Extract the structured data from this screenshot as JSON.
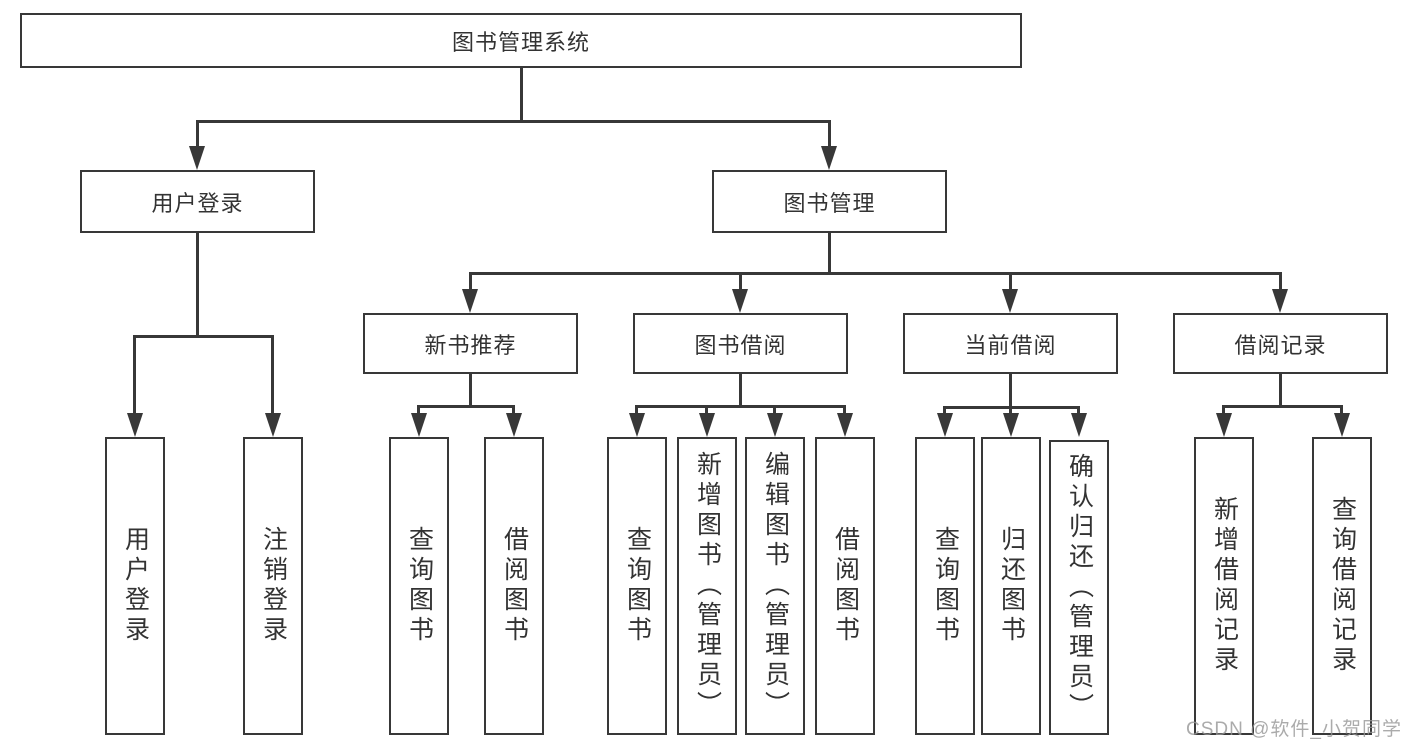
{
  "diagram": {
    "root_label": "图书管理系统",
    "level2": {
      "user_login": "用户登录",
      "book_mgmt": "图书管理"
    },
    "level3": {
      "new_book": "新书推荐",
      "book_borrow": "图书借阅",
      "current_borrow": "当前借阅",
      "borrow_record": "借阅记录"
    },
    "leaves": {
      "user_login_1": "用户登录",
      "user_login_2": "注销登录",
      "new_book_1": "查询图书",
      "new_book_2": "借阅图书",
      "book_borrow_1": "查询图书",
      "book_borrow_2": "新增图书（管理员）",
      "book_borrow_3": "编辑图书（管理员）",
      "book_borrow_4": "借阅图书",
      "current_1": "查询图书",
      "current_2": "归还图书",
      "current_3": "确认归还（管理员）",
      "record_1": "新增借阅记录",
      "record_2": "查询借阅记录"
    },
    "watermark": "CSDN @软件_小贺同学",
    "colors": {
      "line": "#383838",
      "text": "#333333",
      "background": "#ffffff",
      "watermark": "#969696"
    }
  }
}
